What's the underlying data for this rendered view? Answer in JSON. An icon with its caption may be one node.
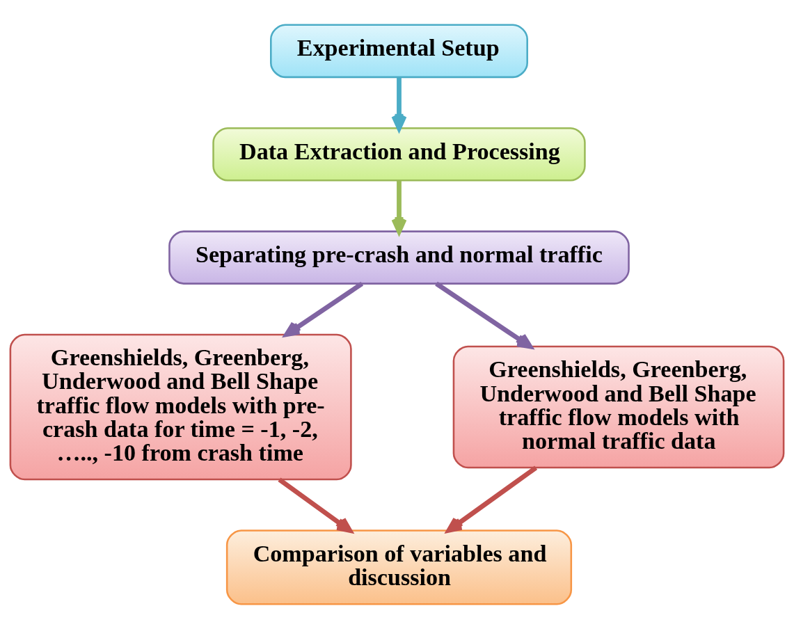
{
  "diagram": {
    "nodes": [
      {
        "text": [
          "Experimental Setup"
        ]
      },
      {
        "text": [
          "Data Extraction and Processing"
        ]
      },
      {
        "text": [
          "Separating pre-crash and normal traffic"
        ]
      },
      {
        "text": [
          "Greenshields, Greenberg, Underwood and Bell Shape traffic flow models with pre-crash data for time = -1, -2, ….., -10 from crash time"
        ]
      },
      {
        "text": [
          "Greenshields, Greenberg, Underwood and Bell Shape traffic flow models with normal traffic data"
        ]
      },
      {
        "text": [
          "Comparison of variables and discussion"
        ]
      }
    ],
    "edges": [
      {
        "from": 0,
        "to": 1,
        "arrow": "to",
        "color": "#4bacc6"
      },
      {
        "from": 1,
        "to": 2,
        "arrow": "to",
        "color": "#9bbb59"
      },
      {
        "from": 2,
        "to": 3,
        "arrow": "to",
        "color": "#8064a2"
      },
      {
        "from": 2,
        "to": 4,
        "arrow": "to",
        "color": "#8064a2"
      },
      {
        "from": 3,
        "to": 5,
        "arrow": "to",
        "color": "#c0504d"
      },
      {
        "from": 4,
        "to": 5,
        "arrow": "to",
        "color": "#c0504d"
      }
    ]
  }
}
